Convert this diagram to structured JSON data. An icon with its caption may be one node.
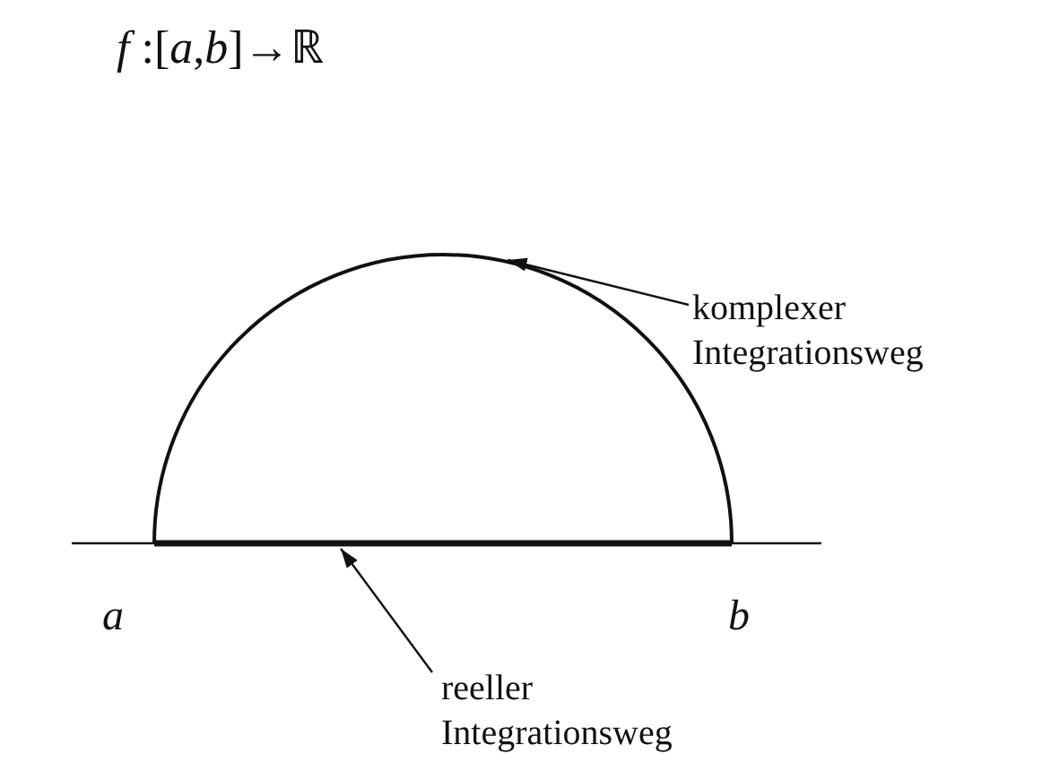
{
  "diagram": {
    "title": "*f* :[*a*,*b*]→ℝ",
    "nodes": [
      {
        "text": [
          "komplexer Integrationsweg"
        ]
      },
      {
        "text": [],
        "shape": "arc"
      },
      {
        "text": [],
        "shape": "line"
      },
      {
        "text": [
          "reeller Integrationsweg"
        ]
      }
    ],
    "edges": [
      {
        "from": 0,
        "to": 1,
        "arrow": "to"
      },
      {
        "from": 3,
        "to": 2,
        "arrow": "to"
      }
    ],
    "labels": [
      "a",
      "b"
    ]
  }
}
